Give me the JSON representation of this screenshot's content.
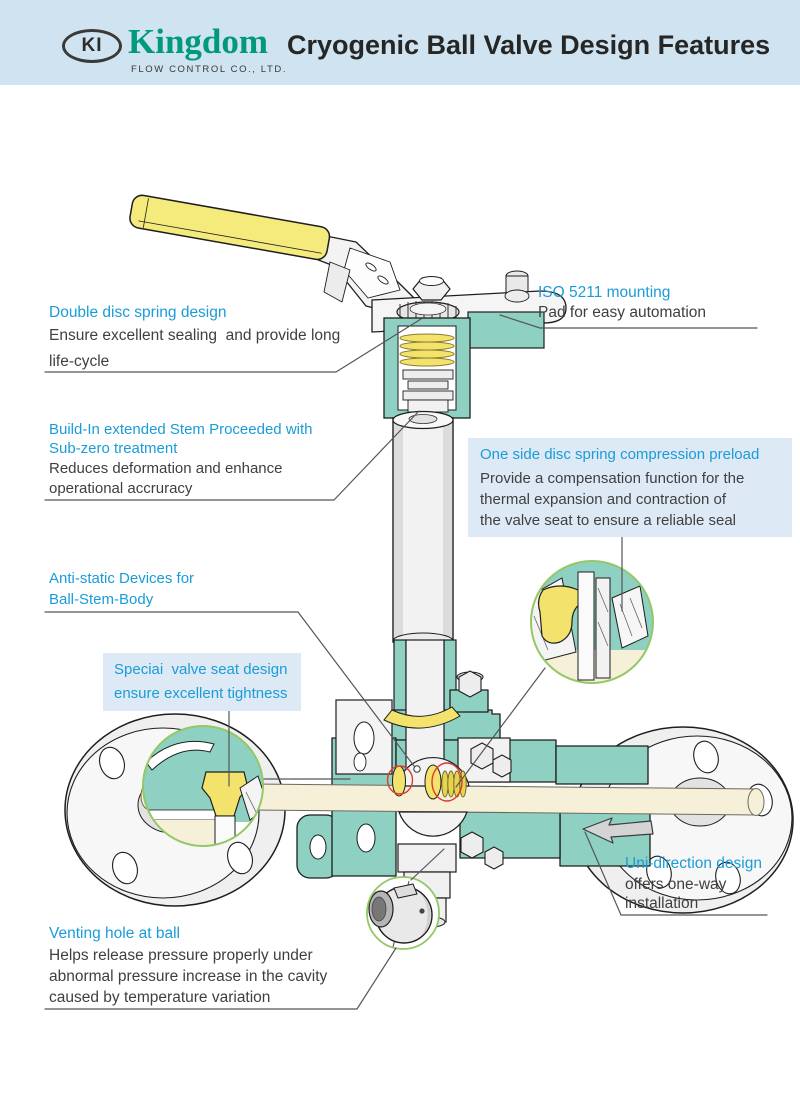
{
  "header": {
    "logo_badge": "KI",
    "logo_name": "Kingdom",
    "logo_subtitle": "FLOW CONTROL CO., LTD.",
    "title": "Cryogenic Ball Valve Design Features"
  },
  "callouts": {
    "double_disc": {
      "title": "Double disc spring design",
      "lines": [
        "Ensure excellent sealing  and provide long",
        "life-cycle"
      ]
    },
    "iso_mounting": {
      "title": "ISO 5211 mounting",
      "lines": [
        "Pad for easy automation"
      ]
    },
    "extended_stem": {
      "title_lines": [
        "Build-In extended Stem Proceeded with",
        "Sub-zero treatment"
      ],
      "lines": [
        "Reduces deformation and enhance",
        "operational accruracy"
      ]
    },
    "one_side_preload": {
      "title": "One side disc spring compression preload",
      "lines": [
        "Provide a compensation function for the",
        "thermal expansion and contraction of",
        "the valve seat to ensure a reliable seal"
      ]
    },
    "anti_static": {
      "title_lines": [
        "Anti-static Devices for",
        "Ball-Stem-Body"
      ]
    },
    "special_seat": {
      "lines": [
        "Speciai  valve seat design",
        "ensure excellent tightness"
      ]
    },
    "venting_hole": {
      "title": "Venting hole at ball",
      "lines": [
        "Helps release pressure properly under",
        "abnormal pressure increase in the cavity",
        "caused by temperature variation"
      ]
    },
    "uni_direction": {
      "title": "Uni-direction design",
      "lines": [
        "offers one-way",
        "installation"
      ]
    }
  },
  "colors": {
    "header_bg": "#cfe3f1",
    "brand_green": "#00997d",
    "title_text": "#262624",
    "callout_blue": "#1a9cd8",
    "body_text": "#3f3f41",
    "note_box_bg": "#dde9f4",
    "valve_teal": "#8ed0c1",
    "seat_yellow": "#f3e26b",
    "handle_yellow": "#f5eb7d",
    "bore_cream": "#f6f0d9",
    "detail_ring_green": "#94c765",
    "highlight_red": "#e0392e",
    "callout_line_gray": "#55565b"
  }
}
